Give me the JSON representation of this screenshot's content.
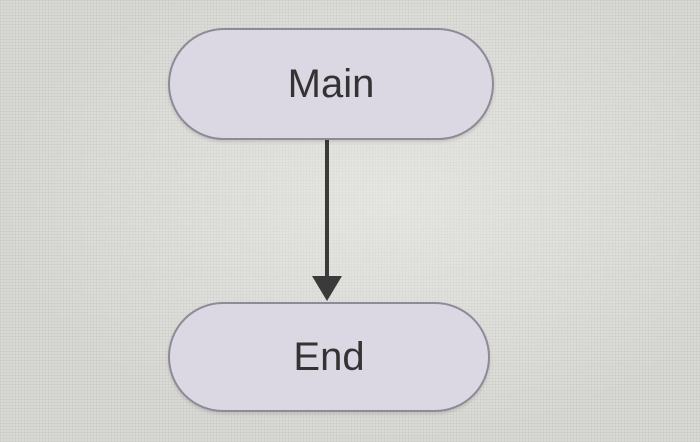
{
  "diagram": {
    "nodes": [
      {
        "id": "main",
        "label": "Main"
      },
      {
        "id": "end",
        "label": "End"
      }
    ],
    "edges": [
      {
        "from": "main",
        "to": "end",
        "arrow": "end"
      }
    ],
    "colors": {
      "node_fill": "#dcd8e3",
      "node_border": "#8e8a96",
      "text": "#333333",
      "connector": "#3a3a3a",
      "background": "#d9d9d5"
    }
  }
}
